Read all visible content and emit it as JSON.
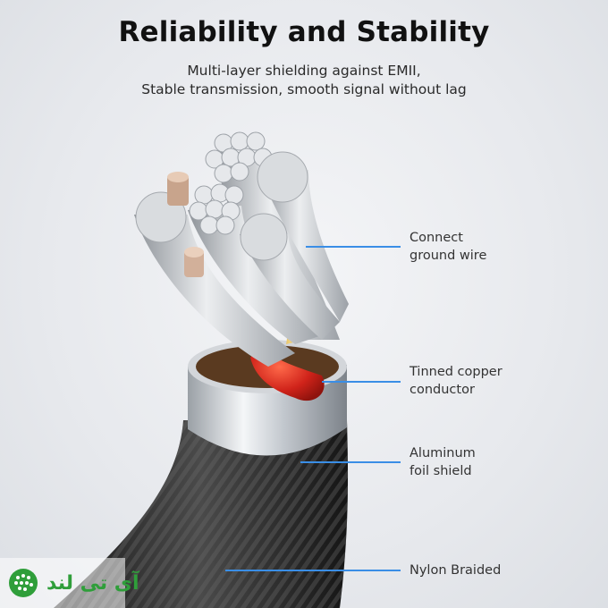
{
  "header": {
    "title": "Reliability and Stability",
    "subtitle_line1": "Multi-layer shielding against EMII,",
    "subtitle_line2": "Stable transmission, smooth signal without lag"
  },
  "callouts": [
    {
      "line1": "Connect",
      "line2": "ground wire"
    },
    {
      "line1": "Tinned copper",
      "line2": "conductor"
    },
    {
      "line1": "Aluminum",
      "line2": "foil shield"
    },
    {
      "line1": "Nylon Braided",
      "line2": ""
    }
  ],
  "watermark": {
    "text": "آی تی لند"
  },
  "colors": {
    "accent_line": "#3a8ee6",
    "logo_green": "#2f9e3a",
    "conductor_red": "#d0231a",
    "ground_gold": "#d9b24a"
  }
}
